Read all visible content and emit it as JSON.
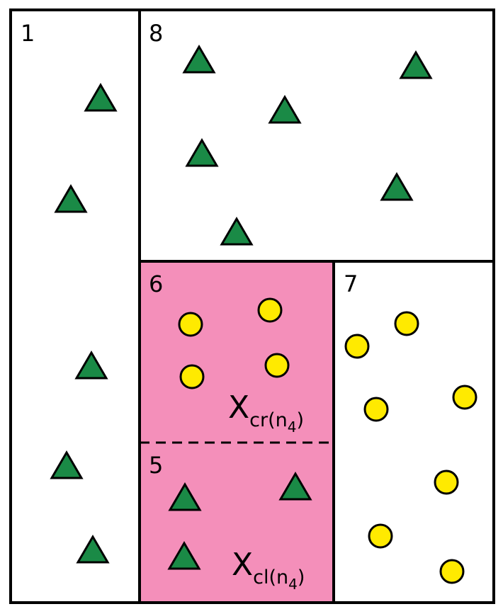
{
  "regions": {
    "r1": {
      "label": "1"
    },
    "r8": {
      "label": "8"
    },
    "r6": {
      "label": "6"
    },
    "r7": {
      "label": "7"
    },
    "r5": {
      "label": "5"
    }
  },
  "variables": {
    "xcr": {
      "main": "X",
      "sub": "cr(n",
      "subsub": "4",
      "close": ")"
    },
    "xcl": {
      "main": "X",
      "sub": "cl(n",
      "subsub": "4",
      "close": ")"
    }
  },
  "colors": {
    "highlight_fill": "#F48FBA",
    "triangle_fill": "#1A8A46",
    "circle_fill": "#FFEA00",
    "stroke": "#000000"
  },
  "legend_shapes": {
    "triangle": "green-triangle",
    "circle": "yellow-circle"
  }
}
